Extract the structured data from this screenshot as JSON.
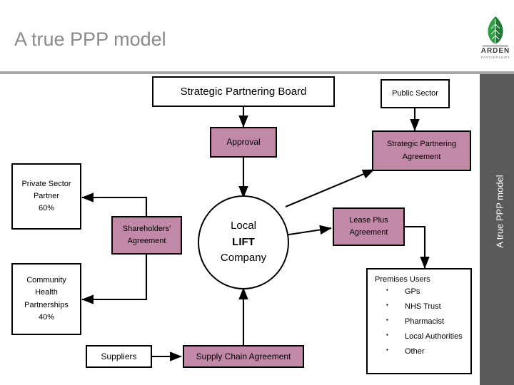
{
  "slide": {
    "title": "A true PPP model",
    "side_label": "A true PPP model",
    "colors": {
      "pink": "#c288a8",
      "band": "#5a5a5a",
      "title": "#8a8a8a",
      "outline": "#000000"
    }
  },
  "logo": {
    "icon": "green-leaf-icon",
    "brand": "ARDEN",
    "tagline": "PARTNERSHIPS"
  },
  "diagram": {
    "type": "flow-diagram",
    "nodes": {
      "strategic_partnering_board": {
        "label": "Strategic Partnering Board",
        "fill": "white"
      },
      "approval": {
        "label": "Approval",
        "fill": "pink"
      },
      "public_sector": {
        "label": "Public Sector",
        "fill": "white"
      },
      "strategic_partnering_agreement": {
        "line1": "Strategic Partnering",
        "line2": "Agreement",
        "fill": "pink"
      },
      "private_sector_partner": {
        "line1": "Private Sector",
        "line2": "Partner",
        "line3": "60%",
        "fill": "white"
      },
      "community_health_partnerships": {
        "line1": "Community",
        "line2": "Health",
        "line3": "Partnerships",
        "line4": "40%",
        "fill": "white"
      },
      "shareholders_agreement": {
        "line1": "Shareholders'",
        "line2": "Agreement",
        "fill": "pink"
      },
      "local_lift_company": {
        "line1": "Local",
        "line2": "LIFT",
        "line3": "Company",
        "fill": "white"
      },
      "lease_plus_agreement": {
        "line1": "Lease Plus",
        "line2": "Agreement",
        "fill": "pink"
      },
      "premises_users": {
        "heading": "Premises Users",
        "items": [
          "GPs",
          "NHS Trust",
          "Pharmacist",
          "Local Authorities",
          "Other"
        ],
        "fill": "white"
      },
      "suppliers": {
        "label": "Suppliers",
        "fill": "white"
      },
      "supply_chain_agreement": {
        "label": "Supply Chain Agreement",
        "fill": "pink"
      }
    }
  }
}
